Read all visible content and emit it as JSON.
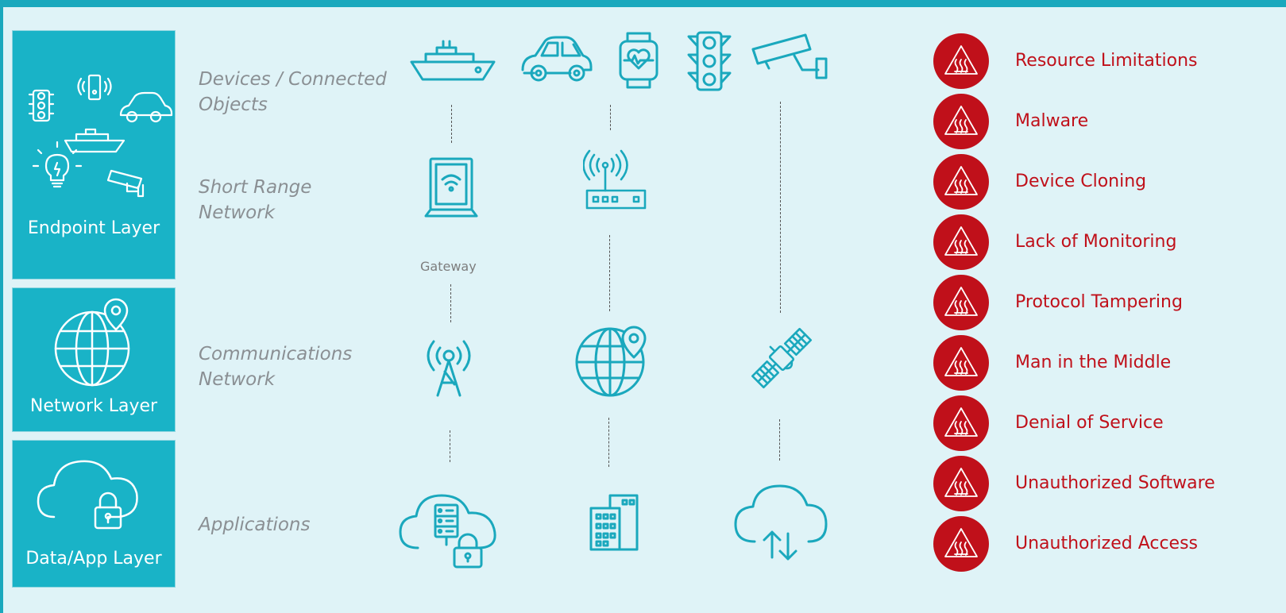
{
  "layers": {
    "endpoint": "Endpoint Layer",
    "network": "Network Layer",
    "data_app": "Data/App Layer"
  },
  "rows": {
    "devices_line1": "Devices / Connected",
    "devices_line2": "Objects",
    "short_line1": "Short Range",
    "short_line2": "Network",
    "comm_line1": "Communications",
    "comm_line2": "Network",
    "applications": "Applications"
  },
  "gateway_label": "Gateway",
  "risks": [
    "Resource Limitations",
    "Malware",
    "Device Cloning",
    "Lack of Monitoring",
    "Protocol Tampering",
    "Man in the Middle",
    "Denial of Service",
    "Unauthorized Software",
    "Unauthorized Access"
  ],
  "colors": {
    "accent": "#19b3c7",
    "risk_red": "#c0101a",
    "background": "#dff3f7",
    "label_gray": "#8a8f93"
  }
}
